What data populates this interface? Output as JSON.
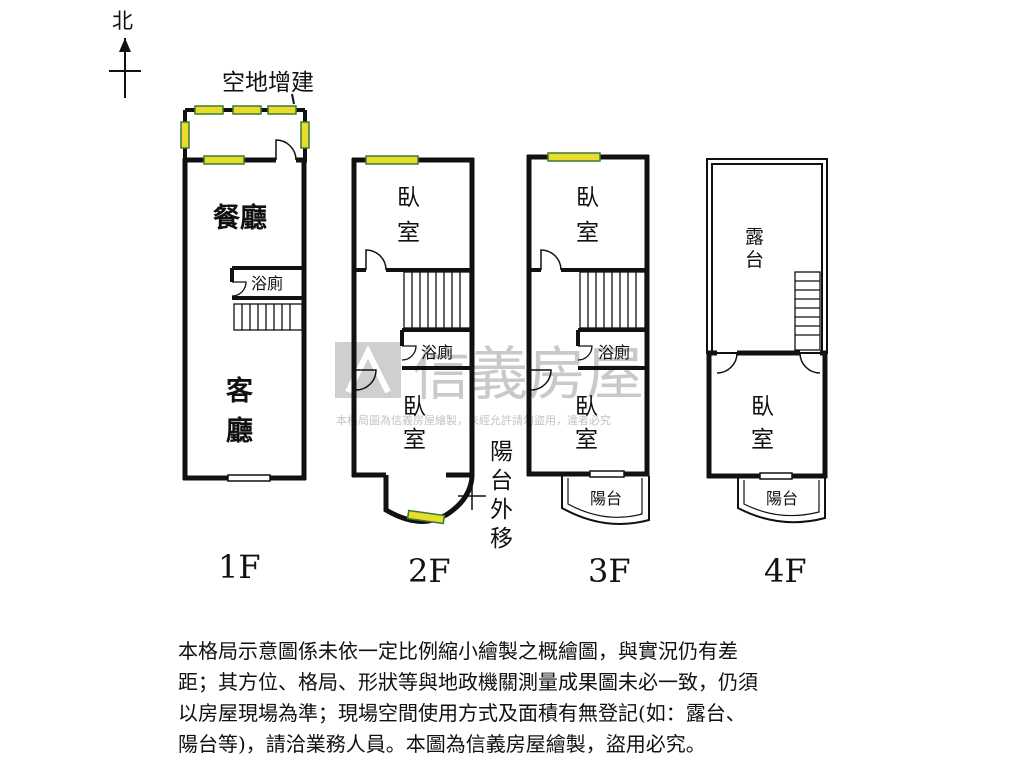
{
  "compass": {
    "label": "北"
  },
  "floor1": {
    "extension_label": "空地增建",
    "dining": "餐廳",
    "bath": "浴廁",
    "living_1": "客",
    "living_2": "廳",
    "floor_label": "1F"
  },
  "floor2": {
    "bedroom_top_1": "臥",
    "bedroom_top_2": "室",
    "bath": "浴廁",
    "bedroom_bottom_1": "臥",
    "bedroom_bottom_2": "室",
    "balcony_note": [
      "陽",
      "台",
      "外",
      "移"
    ],
    "floor_label": "2F"
  },
  "floor3": {
    "bedroom_top_1": "臥",
    "bedroom_top_2": "室",
    "bath": "浴廁",
    "bedroom_bottom_1": "臥",
    "bedroom_bottom_2": "室",
    "balcony": "陽台",
    "floor_label": "3F"
  },
  "floor4": {
    "terrace_1": "露",
    "terrace_2": "台",
    "bedroom_1": "臥",
    "bedroom_2": "室",
    "balcony": "陽台",
    "floor_label": "4F"
  },
  "watermark": {
    "brand": "信義房屋",
    "notice": "本格局圖為信義房屋繪製，未經允許請勿盜用，違者必究"
  },
  "disclaimer": {
    "lines": [
      "本格局示意圖係未依一定比例縮小繪製之概繪圖，與實況仍有差",
      "距；其方位、格局、形狀等與地政機關測量成果圖未必一致，仍須",
      "以房屋現場為準；現場空間使用方式及面積有無登記(如：露台、",
      "陽台等)，請洽業務人員。本圖為信義房屋繪製，盜用必究。"
    ]
  },
  "colors": {
    "wall": "#111111",
    "window": "#e8dc2c",
    "window_frame": "#3d7a35",
    "watermark": "#c9c9c9"
  }
}
